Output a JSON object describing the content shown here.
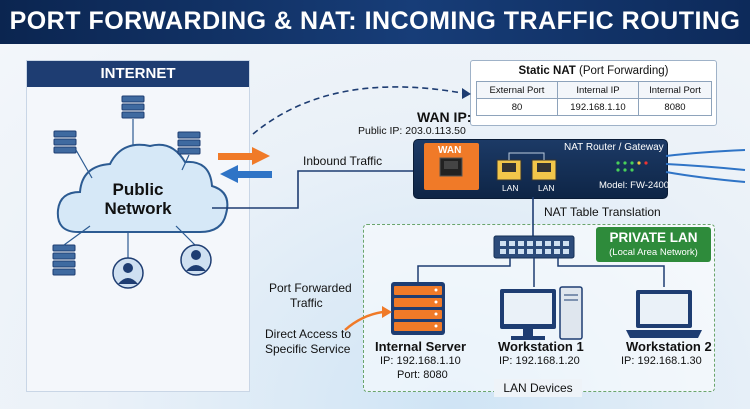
{
  "banner": {
    "title": "PORT FORWARDING & NAT: INCOMING TRAFFIC ROUTING"
  },
  "internet": {
    "title": "INTERNET",
    "cloud_label_1": "Public",
    "cloud_label_2": "Network"
  },
  "static_nat": {
    "title_bold": "Static NAT",
    "title_rest": " (Port Forwarding)",
    "headers": [
      "External Port",
      "Internal IP",
      "Internal Port"
    ],
    "row": [
      "80",
      "192.168.1.10",
      "8080"
    ]
  },
  "wan": {
    "title": "WAN IP:",
    "public_ip": "Public IP: 203.0.113.50"
  },
  "router": {
    "wan_port": "WAN",
    "lan_port_1": "LAN",
    "lan_port_2": "LAN",
    "name": "NAT Router / Gateway",
    "model": "Model: FW-2400"
  },
  "labels": {
    "inbound": "Inbound Traffic",
    "nat_table": "NAT Table Translation",
    "port_forwarded_1": "Port Forwarded",
    "port_forwarded_2": "Traffic",
    "direct_access_1": "Direct Access to",
    "direct_access_2": "Specific Service",
    "lan_devices": "LAN Devices"
  },
  "private_lan": {
    "title": "PRIVATE LAN",
    "subtitle": "(Local Area Network)"
  },
  "devices": [
    {
      "name": "Internal Server",
      "ip": "IP: 192.168.1.10",
      "extra": "Port: 8080"
    },
    {
      "name": "Workstation 1",
      "ip": "IP: 192.168.1.20"
    },
    {
      "name": "Workstation 2",
      "ip": "IP: 192.168.1.30"
    }
  ],
  "colors": {
    "banner": "#0b2550",
    "accent_orange": "#f07a28",
    "inbound_blue": "#2f74c6",
    "lan_green": "#2e8b3b",
    "router_navy": "#142f55"
  },
  "icons": [
    "server-icon",
    "cloud-icon",
    "user-icon",
    "router-icon",
    "switch-icon",
    "desktop-icon",
    "laptop-icon"
  ]
}
